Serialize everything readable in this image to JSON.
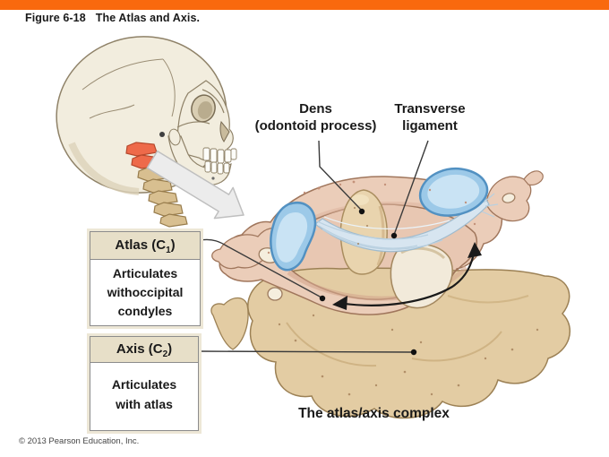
{
  "banner": {
    "color": "#F9690E"
  },
  "header": {
    "figure_label": "Figure 6-18",
    "title": "The Atlas and Axis."
  },
  "annotations": {
    "dens": {
      "line1": "Dens",
      "line2": "(odontoid process)"
    },
    "transverse_ligament": {
      "line1": "Transverse",
      "line2": "ligament"
    }
  },
  "callout_boxes": {
    "atlas": {
      "name_pre": "Atlas (C",
      "name_sub": "1",
      "name_post": ")",
      "description_lines": [
        "Articulates",
        "withoccipital",
        "condyles"
      ]
    },
    "axis": {
      "name_pre": "Axis (C",
      "name_sub": "2",
      "name_post": ")",
      "description_lines": [
        "Articulates",
        "with atlas"
      ]
    }
  },
  "caption": "The atlas/axis complex",
  "footer": {
    "copyright": "© 2013 Pearson Education, Inc."
  },
  "colors": {
    "banner_orange": "#F9690E",
    "box_header_beige": "#E7DFC8",
    "box_border_gray": "#8C8C8C",
    "facet_blue": "#9CC9E8",
    "ligament_blue": "#D7E5F0",
    "atlas_bone_pink": "#EBCDB9",
    "axis_bone_tan": "#E3CCA3",
    "skull_bone_cream": "#F2EDDE",
    "highlight_vertebra_orange": "#EE6A4A",
    "zoom_arrow_gray": "#ECECEC",
    "text_black": "#1A1A1A"
  },
  "icons": [
    {
      "name": "skull-lateral-illustration"
    },
    {
      "name": "zoom-arrow-icon"
    },
    {
      "name": "rotation-arrow-icon"
    },
    {
      "name": "leader-dot"
    }
  ]
}
